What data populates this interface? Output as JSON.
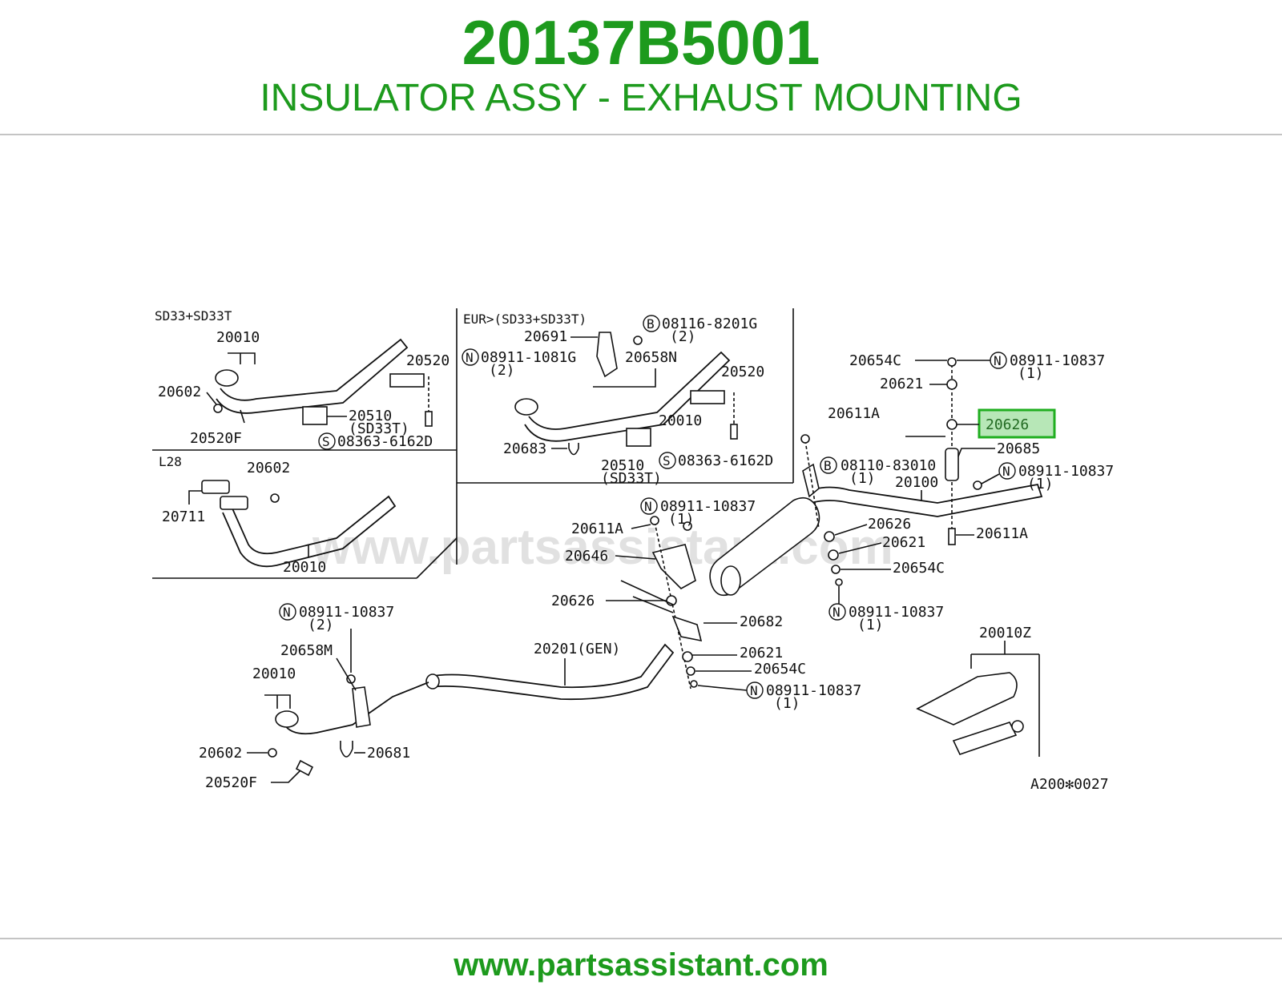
{
  "header": {
    "part_number": "20137B5001",
    "part_name": "INSULATOR ASSY - EXHAUST MOUNTING"
  },
  "footer": {
    "website": "www.partsassistant.com"
  },
  "colors": {
    "brand_green": "#1d9a1d",
    "highlight_fill": "#b7e7b7",
    "highlight_border": "#1fae1f",
    "rule": "#c4c4c4"
  },
  "diagram": {
    "watermark": "www.partsassistant.com",
    "diagram_code": "A200✻0027",
    "highlighted": "20626",
    "panels": {
      "sd33": "SD33+SD33T",
      "l28": "L28",
      "eur": "EUR>(SD33+SD33T)"
    },
    "labels": {
      "p_20010_a": "20010",
      "p_20602_a": "20602",
      "p_20520f_a": "20520F",
      "p_20520_a": "20520",
      "p_20510_a": "20510",
      "p_sd33t_a": "(SD33T)",
      "s_08363_a": "08363-6162D",
      "p_20602_l": "20602",
      "p_20711": "20711",
      "p_20010_l": "20010",
      "b_08116": "08116-8201G",
      "q_08116": "(2)",
      "p_20691": "20691",
      "n_08911_1081": "08911-1081G",
      "q_08911_1081": "(2)",
      "p_20658n": "20658N",
      "p_20520_e": "20520",
      "p_20010_e": "20010",
      "p_20683": "20683",
      "p_20510_e": "20510",
      "p_sd33t_e": "(SD33T)",
      "s_08363_e": "08363-6162D",
      "p_20654c_1": "20654C",
      "n_10837_1": "08911-10837",
      "q_10837_1": "(1)",
      "p_20621_1": "20621",
      "p_20611a_1": "20611A",
      "p_20685": "20685",
      "b_08110": "08110-83010",
      "q_08110": "(1)",
      "n_10837_2": "08911-10837",
      "q_10837_2": "(1)",
      "p_20100": "20100",
      "p_20626_2": "20626",
      "p_20621_2": "20621",
      "p_20611a_3": "20611A",
      "p_20654c_2": "20654C",
      "n_10837_3": "08911-10837",
      "q_10837_3": "(1)",
      "n_10837_4": "08911-10837",
      "q_10837_4": "(1)",
      "p_20611a_2": "20611A",
      "p_20646": "20646",
      "p_20626_3": "20626",
      "p_20682": "20682",
      "p_20621_3": "20621",
      "p_20654c_3": "20654C",
      "n_10837_5": "08911-10837",
      "q_10837_5": "(1)",
      "p_20201": "20201(GEN)",
      "n_10837_6": "08911-10837",
      "q_10837_6": "(2)",
      "p_20658m": "20658M",
      "p_20010_m": "20010",
      "p_20602_m": "20602",
      "p_20520f_m": "20520F",
      "p_20681": "20681",
      "p_20010z": "20010Z"
    },
    "symbols": {
      "nut": "N",
      "bolt": "B",
      "screw": "S"
    }
  }
}
